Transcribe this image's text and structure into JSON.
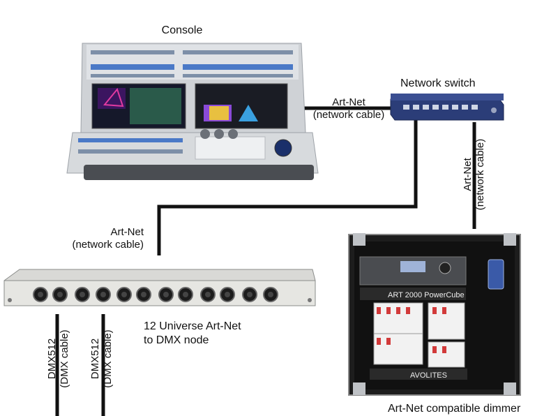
{
  "labels": {
    "console": "Console",
    "network_switch": "Network switch",
    "artnet_node": [
      "12 Universe Art-Net",
      "to DMX node"
    ],
    "dimmer": "Art-Net compatible dimmer"
  },
  "cables": {
    "console_switch": [
      "Art-Net",
      "(network cable)"
    ],
    "switch_node": [
      "Art-Net",
      "(network cable)"
    ],
    "switch_dimmer": [
      "Art-Net",
      "(network cable)"
    ],
    "dmx_1": [
      "DMX512",
      "(DMX cable)"
    ],
    "dmx_2": [
      "DMX512",
      "(DMX cable)"
    ]
  },
  "device_text": {
    "dimmer_model": "ART 2000 PowerCube",
    "dimmer_brand": "AVOLITES"
  },
  "colors": {
    "cable": "#111111",
    "switch_body": "#2b3d78",
    "console_body": "#c9ccd0",
    "dimmer_case": "#1d1d1d"
  }
}
